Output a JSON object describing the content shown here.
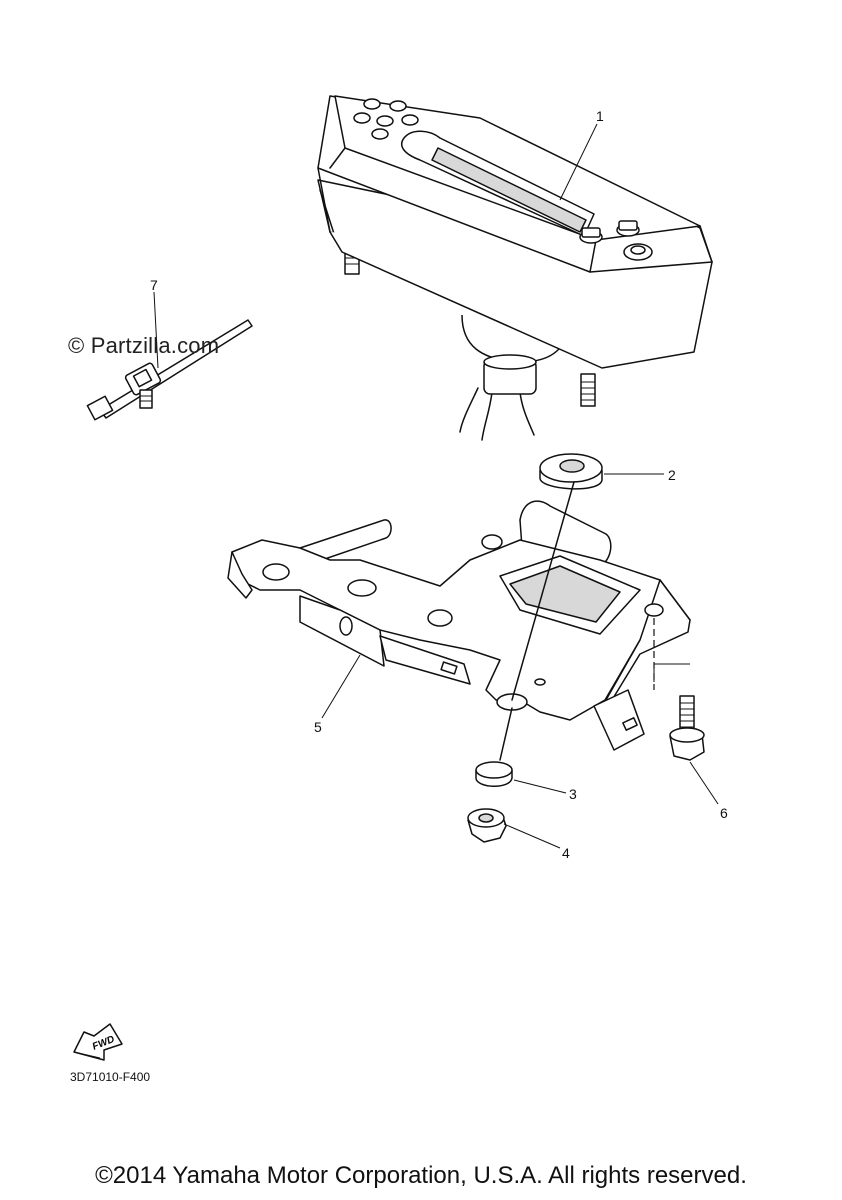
{
  "callouts": [
    {
      "id": "1",
      "label": "1",
      "part": "meter-assembly"
    },
    {
      "id": "2",
      "label": "2",
      "part": "grommet"
    },
    {
      "id": "3",
      "label": "3",
      "part": "collar"
    },
    {
      "id": "4",
      "label": "4",
      "part": "nut"
    },
    {
      "id": "5",
      "label": "5",
      "part": "meter-bracket"
    },
    {
      "id": "6",
      "label": "6",
      "part": "bolt"
    },
    {
      "id": "7",
      "label": "7",
      "part": "cable-tie"
    }
  ],
  "watermark": "© Partzilla.com",
  "fwd_label": "FWD",
  "diagram_code": "3D71010-F400",
  "copyright": "©2014 Yamaha Motor Corporation, U.S.A. All rights reserved."
}
